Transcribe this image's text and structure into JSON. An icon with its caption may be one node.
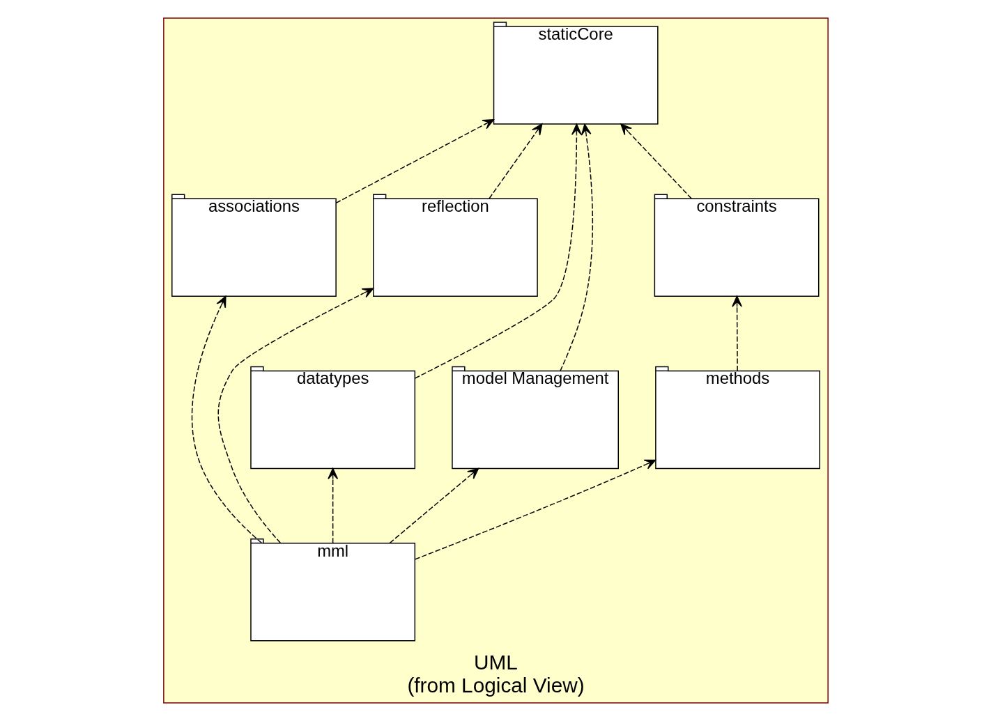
{
  "diagram": {
    "nodes": [
      {
        "text": [
          "UML",
          "(from Logical View)"
        ]
      },
      {
        "text": [
          "staticCore"
        ],
        "in": 0
      },
      {
        "text": [
          "associations"
        ],
        "in": 0
      },
      {
        "text": [
          "reflection"
        ],
        "in": 0
      },
      {
        "text": [
          "datatypes"
        ],
        "in": 0
      },
      {
        "text": [
          "model Management"
        ],
        "in": 0
      },
      {
        "text": [
          "constraints"
        ],
        "in": 0
      },
      {
        "text": [
          "mml"
        ],
        "in": 0
      },
      {
        "text": [
          "methods"
        ],
        "in": 0
      }
    ],
    "edges": [
      {
        "from": 2,
        "to": 1,
        "arrow": "to",
        "style": "dashed"
      },
      {
        "from": 3,
        "to": 1,
        "arrow": "to",
        "style": "dashed"
      },
      {
        "from": 4,
        "to": 1,
        "arrow": "to",
        "style": "dashed"
      },
      {
        "from": 5,
        "to": 1,
        "arrow": "to",
        "style": "dashed"
      },
      {
        "from": 6,
        "to": 1,
        "arrow": "to",
        "style": "dashed"
      },
      {
        "from": 7,
        "to": 2,
        "arrow": "to",
        "style": "dashed"
      },
      {
        "from": 7,
        "to": 3,
        "arrow": "to",
        "style": "dashed"
      },
      {
        "from": 7,
        "to": 4,
        "arrow": "to",
        "style": "dashed"
      },
      {
        "from": 7,
        "to": 5,
        "arrow": "to",
        "style": "dashed"
      },
      {
        "from": 7,
        "to": 8,
        "arrow": "to",
        "style": "dashed"
      },
      {
        "from": 8,
        "to": 6,
        "arrow": "to",
        "style": "dashed"
      }
    ]
  }
}
